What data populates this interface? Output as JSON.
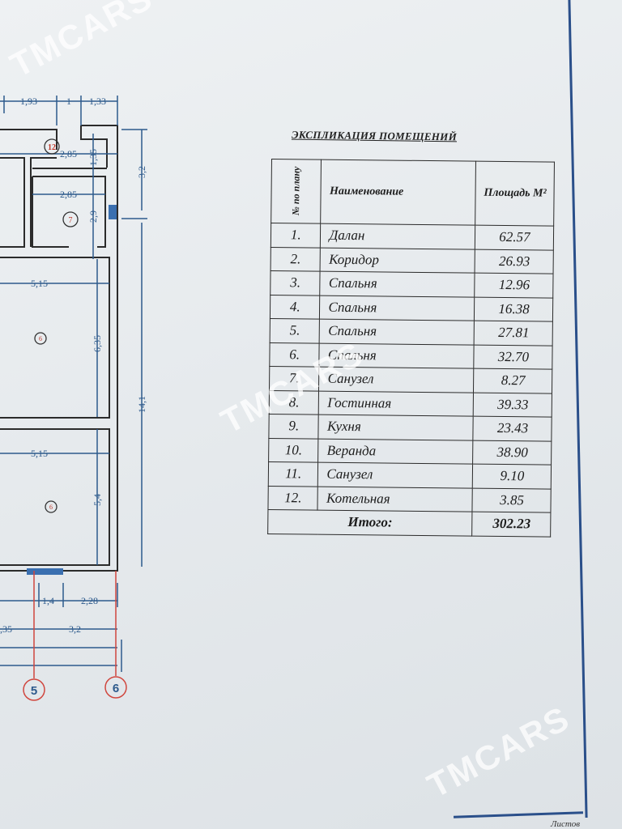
{
  "document": {
    "title": "ЭКСПЛИКАЦИЯ ПОМЕЩЕНИЙ",
    "footer_label": "Листов",
    "watermark": "TMCARS"
  },
  "table": {
    "headers": {
      "number": "№ по плану",
      "name": "Наименование",
      "area": "Площадь М²"
    },
    "rows": [
      {
        "n": "1.",
        "name": "Далан",
        "area": "62.57"
      },
      {
        "n": "2.",
        "name": "Коридор",
        "area": "26.93"
      },
      {
        "n": "3.",
        "name": "Спальня",
        "area": "12.96"
      },
      {
        "n": "4.",
        "name": "Спальня",
        "area": "16.38"
      },
      {
        "n": "5.",
        "name": "Спальня",
        "area": "27.81"
      },
      {
        "n": "6.",
        "name": "Спальня",
        "area": "32.70"
      },
      {
        "n": "7.",
        "name": "Санузел",
        "area": "8.27"
      },
      {
        "n": "8.",
        "name": "Гостинная",
        "area": "39.33"
      },
      {
        "n": "9.",
        "name": "Кухня",
        "area": "23.43"
      },
      {
        "n": "10.",
        "name": "Веранда",
        "area": "38.90"
      },
      {
        "n": "11.",
        "name": "Санузел",
        "area": "9.10"
      },
      {
        "n": "12.",
        "name": "Котельная",
        "area": "3.85"
      }
    ],
    "total_label": "Итого:",
    "total_value": "302.23"
  },
  "plan": {
    "dims": {
      "top1": "1,93",
      "top2": "1",
      "top3": "1,33",
      "r12w": "2,85",
      "r12h": "1,35",
      "r7w": "2,85",
      "r7h": "2,9",
      "side1": "3,2",
      "w6a": "5,15",
      "h6a": "6,35",
      "total_h": "14,1",
      "w6b": "5,15",
      "h6b": "5,4",
      "b1": "1,4",
      "b2": "2,28",
      "b3": ",35",
      "b4": "3,2"
    },
    "room_labels": {
      "r12": "12",
      "r7": "7",
      "r6a": "6",
      "r6b": "6"
    },
    "axes": {
      "a5": "5",
      "a6": "6"
    }
  }
}
